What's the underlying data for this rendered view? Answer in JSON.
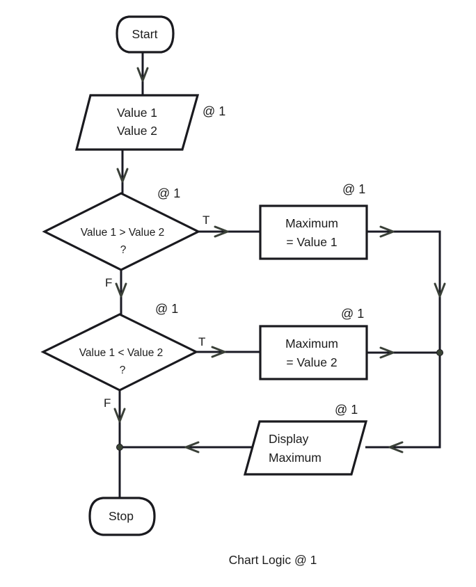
{
  "diagram": {
    "type": "flowchart",
    "caption": "Chart Logic @ 1",
    "colors": {
      "stroke": "#1a1a1f",
      "arrowhead": "#3a4038",
      "background": "#ffffff"
    },
    "nodes": {
      "start": {
        "shape": "terminal",
        "text": "Start"
      },
      "input": {
        "shape": "parallelogram",
        "lines": [
          "Value 1",
          "Value 2"
        ],
        "annotation": "@ 1"
      },
      "decision1": {
        "shape": "diamond",
        "lines": [
          "Value 1 > Value 2",
          "?"
        ],
        "annotation": "@ 1",
        "true_label": "T",
        "false_label": "F"
      },
      "process1": {
        "shape": "rectangle",
        "lines": [
          "Maximum",
          "= Value 1"
        ],
        "annotation": "@ 1"
      },
      "decision2": {
        "shape": "diamond",
        "lines": [
          "Value 1 < Value 2",
          "?"
        ],
        "annotation": "@ 1",
        "true_label": "T",
        "false_label": "F"
      },
      "process2": {
        "shape": "rectangle",
        "lines": [
          "Maximum",
          "= Value 2"
        ],
        "annotation": "@ 1"
      },
      "output": {
        "shape": "parallelogram",
        "lines": [
          "Display",
          "Maximum"
        ],
        "annotation": "@ 1"
      },
      "stop": {
        "shape": "terminal",
        "text": "Stop"
      }
    },
    "edges": [
      {
        "from": "start",
        "to": "input"
      },
      {
        "from": "input",
        "to": "decision1"
      },
      {
        "from": "decision1",
        "to": "process1",
        "label": "T"
      },
      {
        "from": "decision1",
        "to": "decision2",
        "label": "F"
      },
      {
        "from": "decision2",
        "to": "process2",
        "label": "T"
      },
      {
        "from": "decision2",
        "to": "stop",
        "label": "F"
      },
      {
        "from": "process1",
        "to": "output"
      },
      {
        "from": "process2",
        "to": "output"
      },
      {
        "from": "output",
        "to": "stop"
      }
    ]
  }
}
